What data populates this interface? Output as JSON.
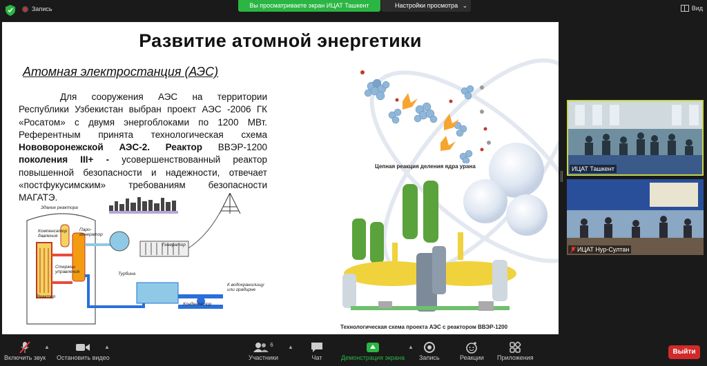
{
  "topbar": {
    "record_label": "Запись",
    "share_banner": "Вы просматриваете экран ИЦАТ Ташкент",
    "view_options": "Настройки просмотра",
    "view_options_caret": "⌄",
    "view_label": "Вид"
  },
  "slide": {
    "title": "Развитие атомной энергетики",
    "subtitle": "Атомная электростанция (АЭС)",
    "para_1": "Для сооружения АЭС на территории Республики Узбекистан выбран проект АЭС -2006 ГК «Росатом» с двумя энергоблоками по 1200 МВт. Референтным принята технологическая схема ",
    "para_bold_1": "Нововоронежской АЭС-2. Реактор",
    "para_2": " ВВЭР-1200 ",
    "para_bold_2": "поколения III+ -",
    "para_3": " усовершенствованный реактор повышенной безопасности и надежности, отвечает «постфукусимским» требованиям безопасности МАГАТЭ.",
    "caption_chain": "Цепная реакция деления ядра урана",
    "caption_scheme": "Технологическая схема проекта АЭС с реактором ВВЭР-1200",
    "diagram": {
      "building": "Здание реактора",
      "compensator": "Компенсатор давления",
      "steam_gen": "Паро-генератор",
      "control_rods": "Стержни управления",
      "reactor": "Реактор",
      "turbine": "Турбина",
      "generator": "Генератор",
      "condenser": "Конденсатор",
      "reservoir": "К водохранилищу или градирне"
    }
  },
  "participants": [
    {
      "name": "ИЦАТ Ташкент",
      "mic_icon": "mic-muted-icon"
    },
    {
      "name": "ИЦАТ Нур-Султан",
      "mic_icon": "mic-muted-icon"
    }
  ],
  "toolbar": {
    "unmute": "Включить звук",
    "stop_video": "Остановить видео",
    "participants": "Участники",
    "participants_count": "6",
    "chat": "Чат",
    "share_screen": "Демонстрация экрана",
    "record": "Запись",
    "reactions": "Реакции",
    "apps": "Приложения",
    "leave": "Выйти"
  },
  "colors": {
    "share_green": "#2bb543",
    "leave_red": "#d12a2a",
    "active_tile_border": "#c8d64b"
  }
}
